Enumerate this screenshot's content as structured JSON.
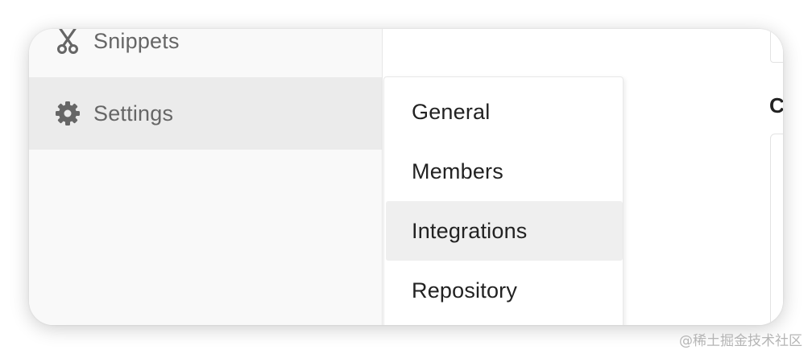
{
  "sidebar": {
    "items": [
      {
        "label": "Snippets",
        "icon": "scissors-icon"
      },
      {
        "label": "Settings",
        "icon": "gear-icon",
        "active": true
      }
    ]
  },
  "submenu": {
    "items": [
      {
        "label": "General"
      },
      {
        "label": "Members"
      },
      {
        "label": "Integrations",
        "highlighted": true
      },
      {
        "label": "Repository"
      }
    ]
  },
  "content": {
    "heading": "C"
  },
  "watermark": "@稀土掘金技术社区",
  "colors": {
    "sidebar_bg": "#f9f9f9",
    "active_item_bg": "#ebebeb",
    "submenu_hover_bg": "#efefef",
    "icon_color": "#666666"
  }
}
